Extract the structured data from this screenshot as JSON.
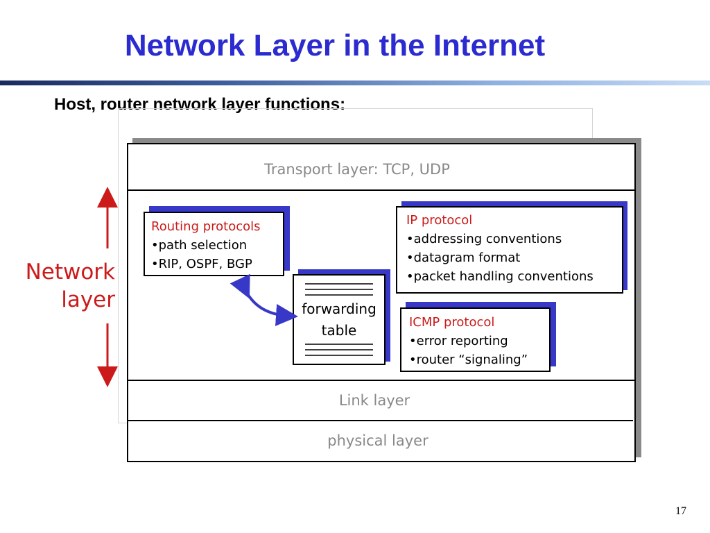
{
  "slide": {
    "title": "Network Layer in the Internet",
    "subtitle": "Host, router network layer functions:",
    "page_number": "17"
  },
  "diagram": {
    "transport_layer": "Transport layer: TCP, UDP",
    "link_layer": "Link layer",
    "physical_layer": "physical layer",
    "network_layer_label": [
      "Network",
      "layer"
    ],
    "routing": {
      "heading": "Routing protocols",
      "items": [
        "•path selection",
        "•RIP, OSPF, BGP"
      ]
    },
    "ip": {
      "heading": "IP protocol",
      "items": [
        "•addressing conventions",
        "•datagram format",
        "•packet handling conventions"
      ]
    },
    "icmp": {
      "heading": "ICMP protocol",
      "items": [
        "•error reporting",
        "•router “signaling”"
      ]
    },
    "forwarding_table": [
      "forwarding",
      "table"
    ],
    "colors": {
      "title": "#2b2bd0",
      "accent_red": "#cc1a1a",
      "box_shadow_blue": "#3838c8",
      "layer_text_gray": "#888888"
    }
  }
}
